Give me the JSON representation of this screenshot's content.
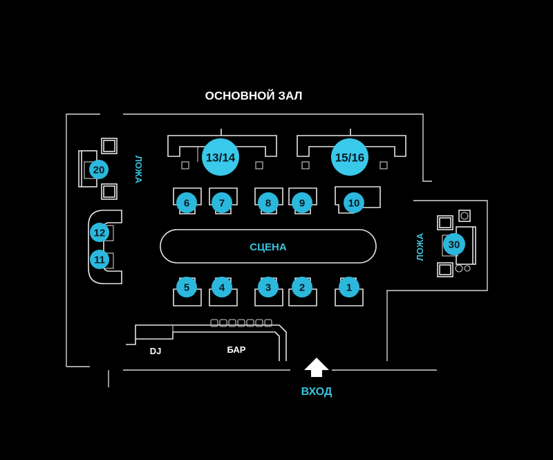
{
  "title": "ОСНОВНОЙ ЗАЛ",
  "zones": {
    "stage": "СЦЕНА",
    "bar": "БАР",
    "dj": "DJ",
    "entrance": "ВХОД",
    "lodge_left": "ЛОЖА",
    "lodge_right": "ЛОЖА"
  },
  "tables": {
    "t13_14": "13/14",
    "t15_16": "15/16",
    "t20": "20",
    "t12": "12",
    "t11": "11",
    "t30": "30",
    "t6": "6",
    "t7": "7",
    "t8": "8",
    "t9": "9",
    "t10": "10",
    "t5": "5",
    "t4": "4",
    "t3": "3",
    "t2": "2",
    "t1": "1"
  },
  "colors": {
    "background": "#000000",
    "accent": "#39c3e0",
    "walls": "#d8d8d8"
  }
}
